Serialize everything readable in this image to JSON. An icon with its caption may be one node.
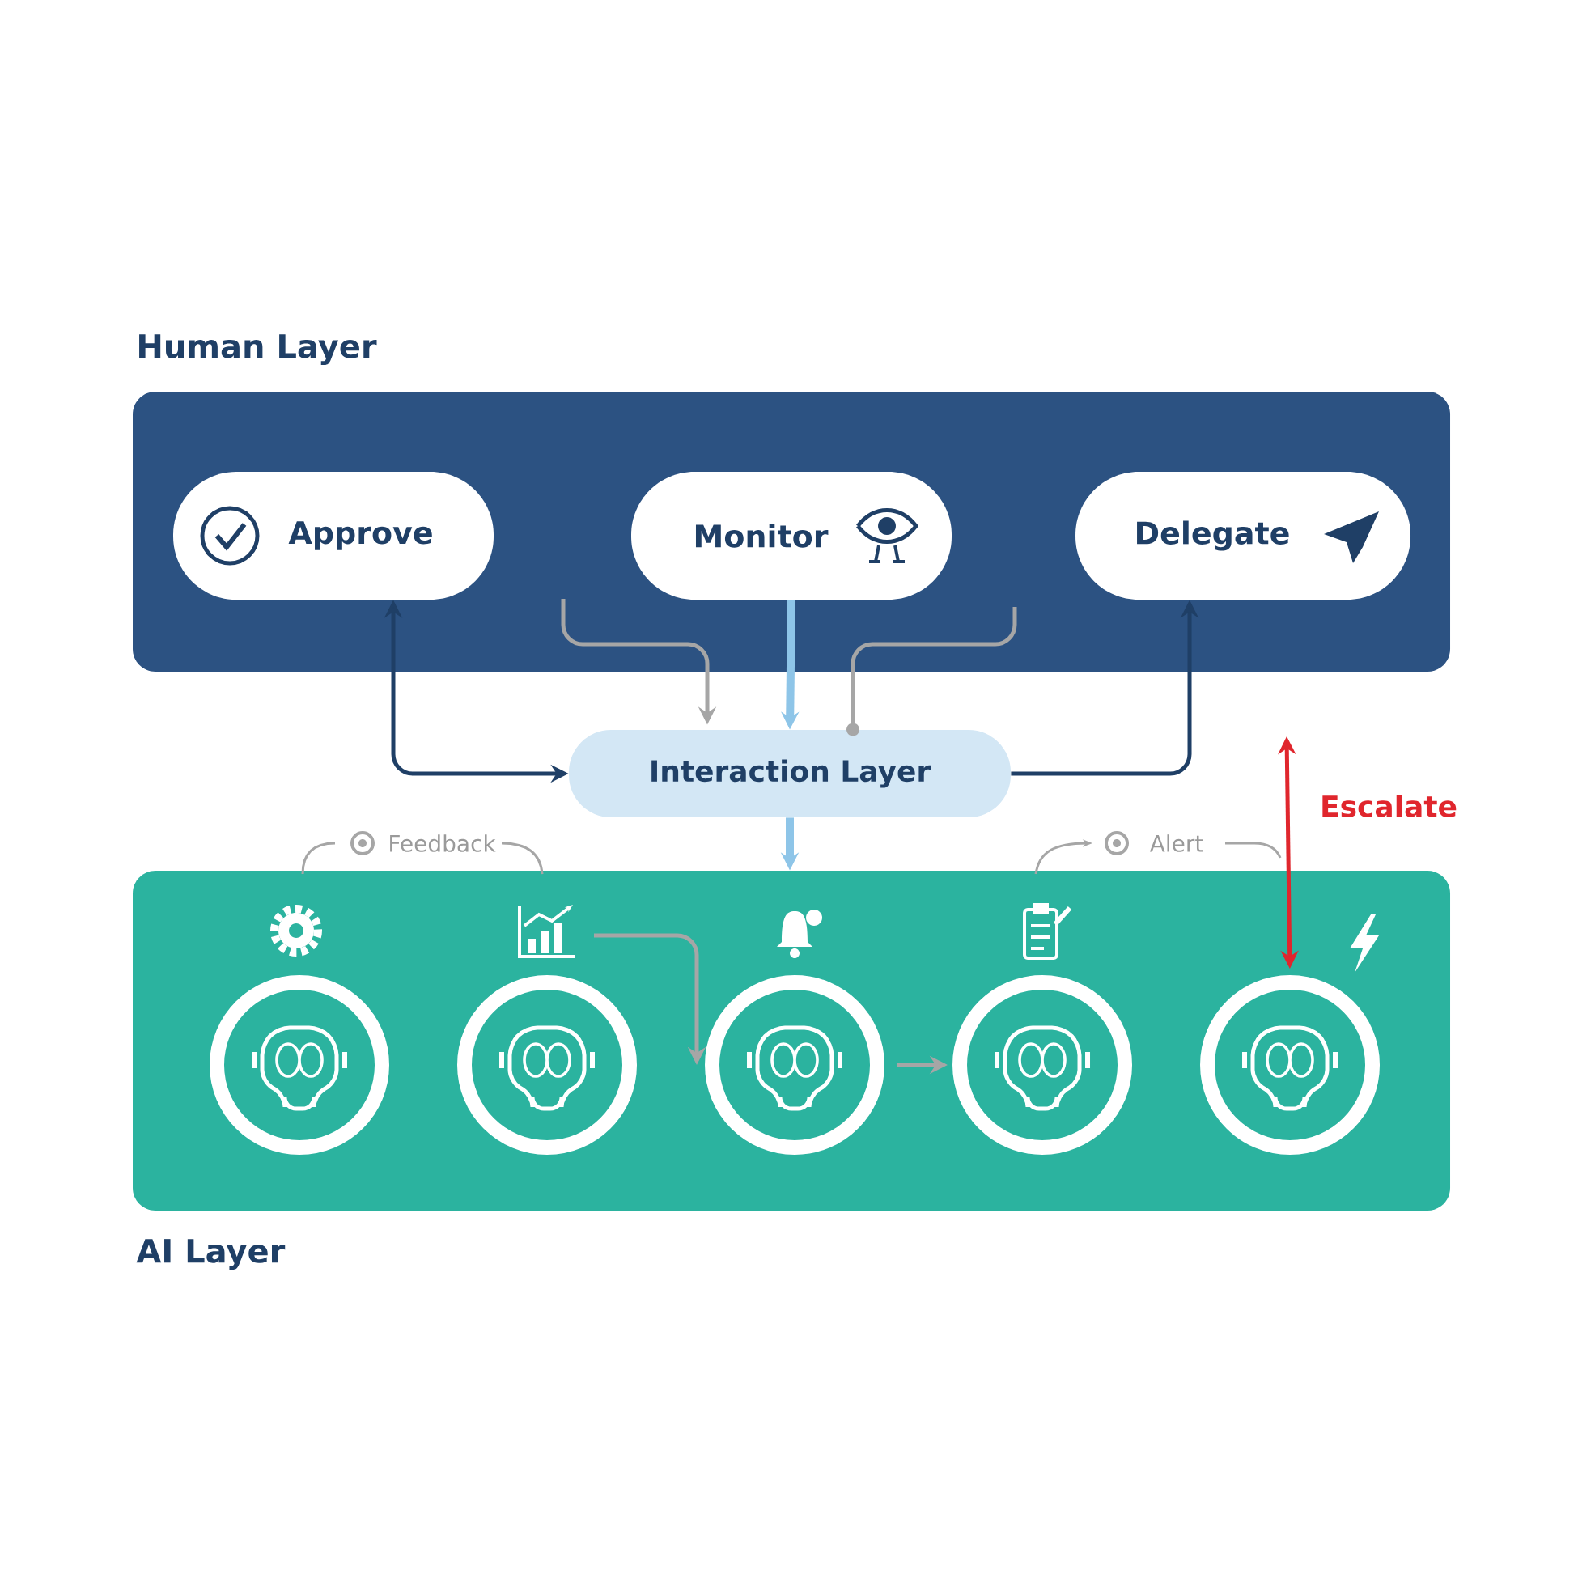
{
  "diagram": {
    "nodes": [
      {
        "text": [
          "Human Layer"
        ]
      },
      {
        "text": [
          "Approve"
        ],
        "in": 0
      },
      {
        "text": [
          "Monitor"
        ],
        "in": 0
      },
      {
        "text": [
          "Delegate"
        ],
        "in": 0
      },
      {
        "text": [
          "Interaction Layer"
        ]
      },
      {
        "text": [
          "AI Layer"
        ]
      },
      {
        "text": [],
        "shape": "circle",
        "in": 5
      },
      {
        "text": [],
        "shape": "circle",
        "in": 5
      },
      {
        "text": [],
        "shape": "circle",
        "in": 5
      },
      {
        "text": [],
        "shape": "circle",
        "in": 5
      },
      {
        "text": [],
        "shape": "circle",
        "in": 5
      }
    ],
    "edges": [
      {
        "from": 1,
        "to": 4,
        "arrow": "both",
        "color": "#1f3f66"
      },
      {
        "from": 4,
        "to": 3,
        "arrow": "to",
        "color": "#1f3f66"
      },
      {
        "from": 2,
        "to": 4,
        "arrow": "to",
        "style": "thick",
        "color": "#8ec5e8"
      },
      {
        "from": null,
        "to": 4,
        "arrow": "to",
        "color": "#a6a6a6"
      },
      {
        "from": null,
        "to": 4,
        "arrow": "other",
        "color": "#a6a6a6"
      },
      {
        "from": 4,
        "to": 5,
        "arrow": "to",
        "style": "thick",
        "color": "#8ec5e8"
      },
      {
        "from": 7,
        "to": 8,
        "arrow": "to",
        "color": "#a6a6a6"
      },
      {
        "from": 8,
        "to": 9,
        "arrow": "to",
        "color": "#a6a6a6"
      },
      {
        "from": null,
        "to": 10,
        "arrow": "both",
        "label": "Escalate",
        "color": "#e0262d"
      }
    ],
    "labels": [
      "Feedback",
      "Alert"
    ]
  }
}
